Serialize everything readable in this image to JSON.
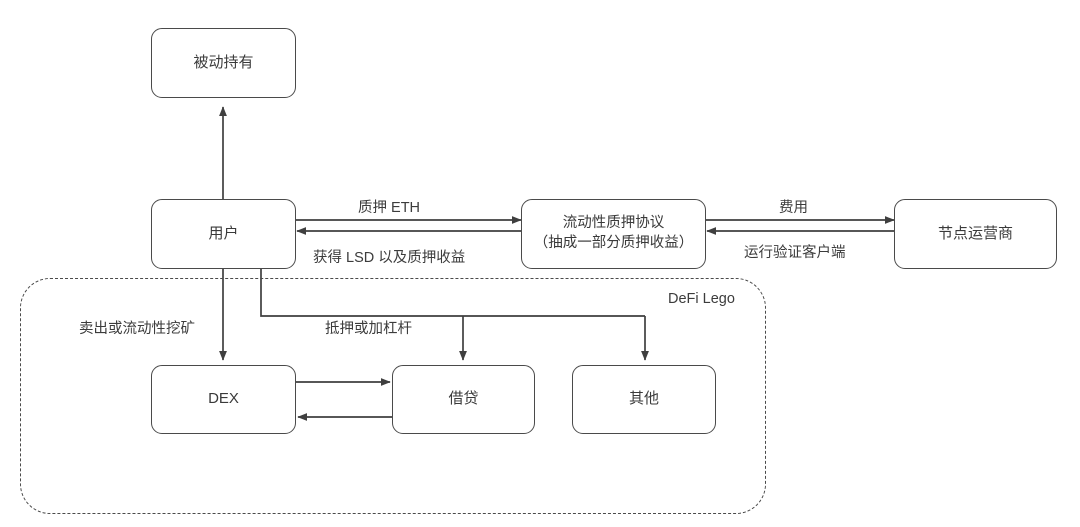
{
  "diagram": {
    "title_text": "",
    "nodes": {
      "passive_holding": {
        "label": "被动持有"
      },
      "user": {
        "label": "用户"
      },
      "lsd_protocol": {
        "label_line1": "流动性质押协议",
        "label_line2": "（抽成一部分质押收益）"
      },
      "node_operator": {
        "label": "节点运营商"
      },
      "dex": {
        "label": "DEX"
      },
      "lending": {
        "label": "借贷"
      },
      "other": {
        "label": "其他"
      }
    },
    "group": {
      "defi_lego_label": "DeFi Lego"
    },
    "edge_labels": {
      "stake_eth": "质押 ETH",
      "receive_lsd": "获得 LSD 以及质押收益",
      "fee": "费用",
      "run_validator_client": "运行验证客户端",
      "sell_or_lp_mining": "卖出或流动性挖矿",
      "collateral_or_leverage": "抵押或加杠杆"
    },
    "colors": {
      "stroke": "#4a4a4a",
      "text": "#3b3b3b",
      "background": "#ffffff"
    }
  }
}
